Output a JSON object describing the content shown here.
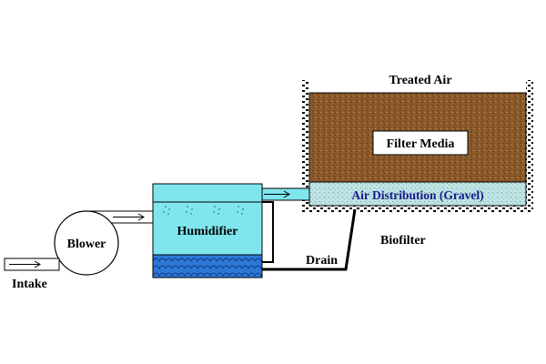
{
  "labels": {
    "treated_air": "Treated Air",
    "filter_media": "Filter Media",
    "air_distribution": "Air Distribution (Gravel)",
    "biofilter": "Biofilter",
    "humidifier": "Humidifier",
    "blower": "Blower",
    "drain": "Drain",
    "intake": "Intake"
  },
  "colors": {
    "filter_media": "#8b5a2b",
    "gravel": "#bfe3e3",
    "humidifier_air": "#7fe6ee",
    "humidifier_water": "#2d78d6",
    "pipe_cyan": "#7fe6ee"
  }
}
